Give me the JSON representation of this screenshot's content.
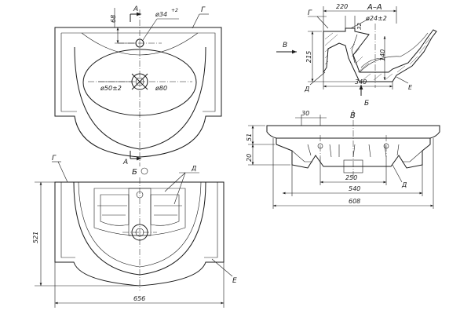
{
  "top_view": {
    "section_mark_top": "A",
    "section_mark_bottom": "A",
    "dim_68": "68",
    "dim_hole_top": "ø34",
    "dim_hole_top_tol": "+2",
    "label_g": "Г",
    "dim_drain": "ø50±2",
    "dim_bowl": "ø80"
  },
  "section_view": {
    "title": "A–A",
    "dim_220": "220",
    "dim_32": "32",
    "dim_hole": "ø24±2",
    "label_g": "Г",
    "view_arrow_b": "В",
    "dim_215": "215",
    "dim_140": "140",
    "dim_340": "340",
    "label_d": "Д",
    "label_e": "Е",
    "view_arrow_bottom": "Б"
  },
  "front_view": {
    "title": "В",
    "dim_30": "30",
    "dim_51": "51",
    "dim_20": "20",
    "dim_250": "250",
    "dim_540": "540",
    "dim_608": "608",
    "label_d": "Д"
  },
  "bottom_view": {
    "title": "Б",
    "label_g": "Г",
    "label_d": "Д",
    "dim_521": "521",
    "dim_656": "656",
    "label_e": "Е"
  }
}
